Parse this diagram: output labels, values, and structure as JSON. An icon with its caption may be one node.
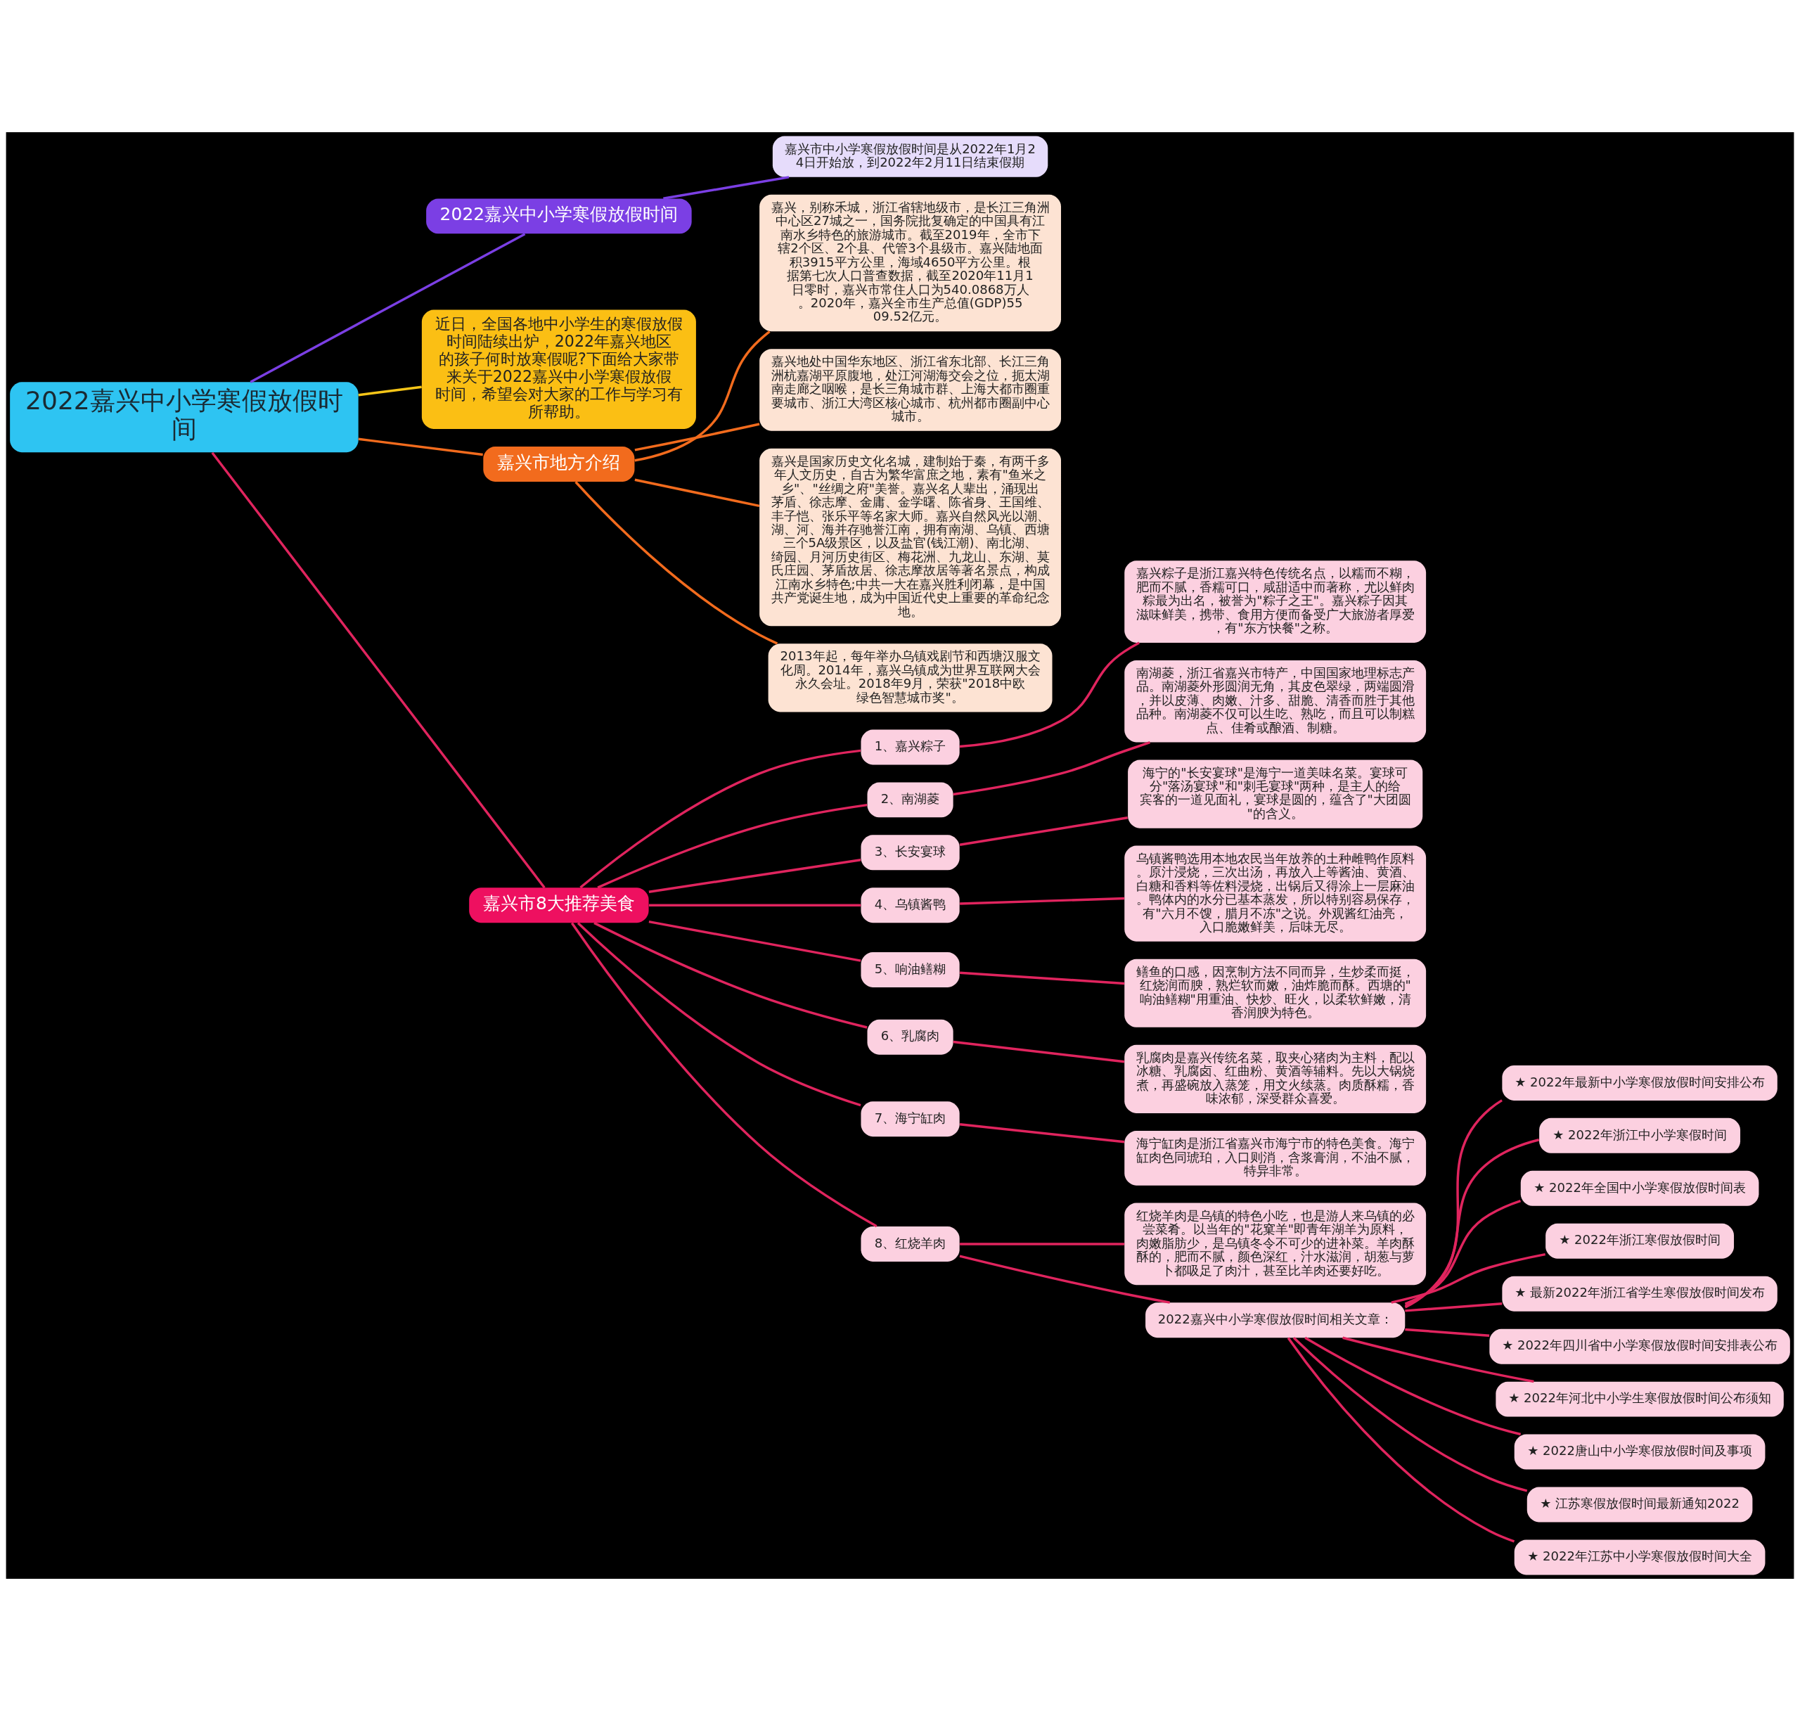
{
  "diagram": {
    "nodes": [
      {
        "text": [
          "2022嘉兴中小学寒假放假时间"
        ]
      },
      {
        "text": [
          "2022嘉兴中小学寒假放假时间"
        ]
      },
      {
        "text": [
          "嘉兴市中小学寒假放假时间是从2022年1月24日开始放，到2022年2月11日结束假期"
        ]
      },
      {
        "text": [
          "近日，全国各地中小学生的寒假放假时间陆续出炉，2022年嘉兴地区的孩子何时放寒假呢?下面给大家带来关于2022嘉兴中小学寒假放假时间，希望会对大家的工作与学习有所帮助。"
        ]
      },
      {
        "text": [
          "嘉兴市地方介绍"
        ]
      },
      {
        "text": [
          "嘉兴，别称禾城，浙江省辖地级市，是长江三角洲中心区27城之一，国务院批复确定的中国具有江南水乡特色的旅游城市。截至2019年，全市下辖2个区、2个县、代管3个县级市。嘉兴陆地面积3915平方公里，海域4650平方公里。根据第七次人口普查数据，截至2020年11月1日零时，嘉兴市常住人口为540.0868万人。2020年，嘉兴全市生产总值(GDP)5509.52亿元。"
        ]
      },
      {
        "text": [
          "嘉兴地处中国华东地区、浙江省东北部、长江三角洲杭嘉湖平原腹地，处江河湖海交会之位，扼太湖南走廊之咽喉，是长三角城市群、上海大都市圈重要城市、浙江大湾区核心城市、杭州都市圈副中心城市。"
        ]
      },
      {
        "text": [
          "嘉兴是国家历史文化名城，建制始于秦，有两千多年人文历史，自古为繁华富庶之地，素有\"鱼米之乡\"、\"丝绸之府\"美誉。嘉兴名人辈出，涌现出茅盾、徐志摩、金庸、金学曙、陈省身、王国维、丰子恺、张乐平等名家大师。嘉兴自然风光以潮、湖、河、海并存驰誉江南，拥有南湖、乌镇、西塘三个5A级景区，以及盐官(钱江潮)、南北湖、绮园、月河历史街区、梅花洲、九龙山、东湖、莫氏庄园、茅盾故居、徐志摩故居等著名景点，构成江南水乡特色;中共一大在嘉兴胜利闭幕，是中国共产党诞生地，成为中国近代史上重要的革命纪念地。"
        ]
      },
      {
        "text": [
          "2013年起，每年举办乌镇戏剧节和西塘汉服文化周。2014年，嘉兴乌镇成为世界互联网大会永久会址。2018年9月，荣获\"2018中欧绿色智慧城市奖\"。"
        ]
      },
      {
        "text": [
          "嘉兴市8大推荐美食"
        ]
      },
      {
        "text": [
          "1、嘉兴粽子"
        ]
      },
      {
        "text": [
          "嘉兴粽子是浙江嘉兴特色传统名点，以糯而不糊，肥而不腻，香糯可口，咸甜适中而著称，尤以鲜肉粽最为出名，被誉为\"粽子之王\"。嘉兴粽子因其滋味鲜美，携带、食用方便而备受广大旅游者厚爱，有\"东方快餐\"之称。"
        ]
      },
      {
        "text": [
          "2、南湖菱"
        ]
      },
      {
        "text": [
          "南湖菱，浙江省嘉兴市特产，中国国家地理标志产品。南湖菱外形圆润无角，其皮色翠绿，两端圆滑，并以皮薄、肉嫩、汁多、甜脆、清香而胜于其他品种。南湖菱不仅可以生吃、熟吃，而且可以制糕点、佳肴或酿酒、制糖。"
        ]
      },
      {
        "text": [
          "3、长安宴球"
        ]
      },
      {
        "text": [
          "海宁的\"长安宴球\"是海宁一道美味名菜。宴球可分\"落汤宴球\"和\"刺毛宴球\"两种，是主人的给宾客的一道见面礼，宴球是圆的，蕴含了\"大团圆\"的含义。"
        ]
      },
      {
        "text": [
          "4、乌镇酱鸭"
        ]
      },
      {
        "text": [
          "乌镇酱鸭选用本地农民当年放养的土种雌鸭作原料。原汁浸烧，三次出汤，再放入上等酱油、黄酒、白糖和香料等佐料浸烧，出锅后又得涂上一层麻油。鸭体内的水分已基本蒸发，所以特别容易保存，有\"六月不馊，腊月不冻\"之说。外观酱红油亮，入口脆嫩鲜美，后味无尽。"
        ]
      },
      {
        "text": [
          "5、响油鳝糊"
        ]
      },
      {
        "text": [
          "鳝鱼的口感，因烹制方法不同而异，生炒柔而挺，红烧润而腴，熟烂软而嫩，油炸脆而酥。西塘的\"响油鳝糊\"用重油、快炒、旺火，以柔软鲜嫩，清香润腴为特色。"
        ]
      },
      {
        "text": [
          "6、乳腐肉"
        ]
      },
      {
        "text": [
          "乳腐肉是嘉兴传统名菜，取夹心猪肉为主料，配以冰糖、乳腐卤、红曲粉、黄酒等辅料。先以大锅烧煮，再盛碗放入蒸笼，用文火续蒸。肉质酥糯，香味浓郁，深受群众喜爱。"
        ]
      },
      {
        "text": [
          "7、海宁缸肉"
        ]
      },
      {
        "text": [
          "海宁缸肉是浙江省嘉兴市海宁市的特色美食。海宁缸肉色同琥珀，入口则消，含浆膏润，不油不腻，特异非常。"
        ]
      },
      {
        "text": [
          "8、红烧羊肉"
        ]
      },
      {
        "text": [
          "红烧羊肉是乌镇的特色小吃，也是游人来乌镇的必尝菜肴。以当年的\"花窠羊\"即青年湖羊为原料，肉嫩脂肪少，是乌镇冬令不可少的进补菜。羊肉酥酥的，肥而不腻，颜色深红，汁水滋润，胡葱与萝卜都吸足了肉汁，甚至比羊肉还要好吃。"
        ]
      },
      {
        "text": [
          "2022嘉兴中小学寒假放假时间相关文章："
        ]
      },
      {
        "text": [
          "★ 2022年最新中小学寒假放假时间安排公布"
        ]
      },
      {
        "text": [
          "★ 2022年浙江中小学寒假时间"
        ]
      },
      {
        "text": [
          "★ 2022年全国中小学寒假放假时间表"
        ]
      },
      {
        "text": [
          "★ 2022年浙江寒假放假时间"
        ]
      },
      {
        "text": [
          "★ 最新2022年浙江省学生寒假放假时间发布"
        ]
      },
      {
        "text": [
          "★ 2022年四川省中小学寒假放假时间安排表公布"
        ]
      },
      {
        "text": [
          "★ 2022年河北中小学生寒假放假时间公布须知"
        ]
      },
      {
        "text": [
          "★ 2022唐山中小学寒假放假时间及事项"
        ]
      },
      {
        "text": [
          "★ 江苏寒假放假时间最新通知2022"
        ]
      },
      {
        "text": [
          "★ 2022年江苏中小学寒假放假时间大全"
        ]
      }
    ],
    "edges": [
      {
        "from": 0,
        "to": 1,
        "arrow": "none",
        "color": "#7b3fe4"
      },
      {
        "from": 1,
        "to": 2,
        "arrow": "none",
        "color": "#7b3fe4"
      },
      {
        "from": 0,
        "to": 3,
        "arrow": "none",
        "color": "#f5c518"
      },
      {
        "from": 0,
        "to": 4,
        "arrow": "none",
        "color": "#f26b1d"
      },
      {
        "from": 4,
        "to": 5,
        "arrow": "none",
        "color": "#f26b1d"
      },
      {
        "from": 4,
        "to": 6,
        "arrow": "none",
        "color": "#f26b1d"
      },
      {
        "from": 4,
        "to": 7,
        "arrow": "none",
        "color": "#f26b1d"
      },
      {
        "from": 4,
        "to": 8,
        "arrow": "none",
        "color": "#f26b1d"
      },
      {
        "from": 0,
        "to": 9,
        "arrow": "none"
      },
      {
        "from": 9,
        "to": 10,
        "arrow": "none"
      },
      {
        "from": 10,
        "to": 11,
        "arrow": "none"
      },
      {
        "from": 9,
        "to": 12,
        "arrow": "none"
      },
      {
        "from": 12,
        "to": 13,
        "arrow": "none"
      },
      {
        "from": 9,
        "to": 14,
        "arrow": "none"
      },
      {
        "from": 14,
        "to": 15,
        "arrow": "none"
      },
      {
        "from": 9,
        "to": 16,
        "arrow": "none"
      },
      {
        "from": 16,
        "to": 17,
        "arrow": "none"
      },
      {
        "from": 9,
        "to": 18,
        "arrow": "none"
      },
      {
        "from": 18,
        "to": 19,
        "arrow": "none"
      },
      {
        "from": 9,
        "to": 20,
        "arrow": "none"
      },
      {
        "from": 20,
        "to": 21,
        "arrow": "none"
      },
      {
        "from": 9,
        "to": 22,
        "arrow": "none"
      },
      {
        "from": 22,
        "to": 23,
        "arrow": "none"
      },
      {
        "from": 9,
        "to": 24,
        "arrow": "none"
      },
      {
        "from": 24,
        "to": 25,
        "arrow": "none"
      },
      {
        "from": 24,
        "to": 26,
        "arrow": "none"
      },
      {
        "from": 26,
        "to": 27,
        "arrow": "none"
      },
      {
        "from": 26,
        "to": 28,
        "arrow": "none"
      },
      {
        "from": 26,
        "to": 29,
        "arrow": "none"
      },
      {
        "from": 26,
        "to": 30,
        "arrow": "none"
      },
      {
        "from": 26,
        "to": 31,
        "arrow": "none"
      },
      {
        "from": 26,
        "to": 32,
        "arrow": "none"
      },
      {
        "from": 26,
        "to": 33,
        "arrow": "none"
      },
      {
        "from": 26,
        "to": 34,
        "arrow": "none"
      },
      {
        "from": 26,
        "to": 35,
        "arrow": "none"
      },
      {
        "from": 26,
        "to": 36,
        "arrow": "none"
      }
    ]
  }
}
